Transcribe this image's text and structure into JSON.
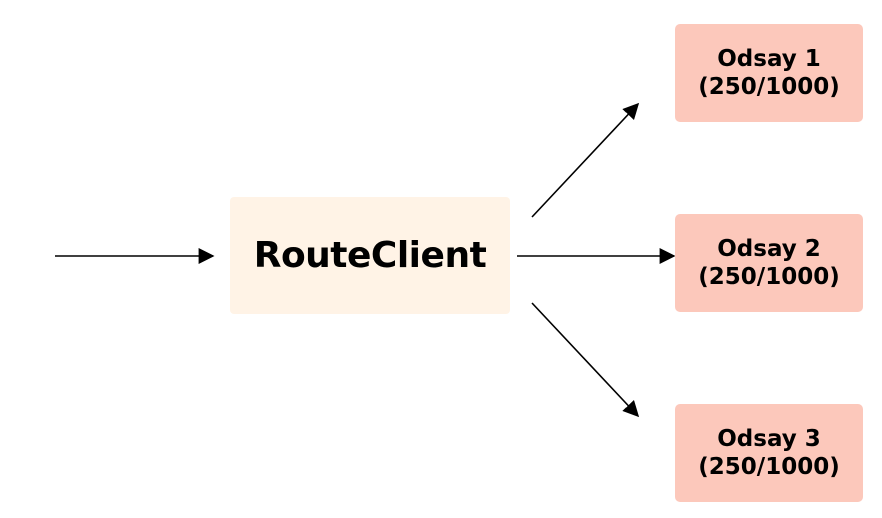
{
  "diagram": {
    "main_node": {
      "label": "RouteClient"
    },
    "targets": [
      {
        "name": "Odsay 1",
        "quota": "(250/1000)"
      },
      {
        "name": "Odsay 2",
        "quota": "(250/1000)"
      },
      {
        "name": "Odsay 3",
        "quota": "(250/1000)"
      }
    ],
    "colors": {
      "main_fill": "#fff3e6",
      "target_fill": "#fcc8bb",
      "arrow": "#000000"
    }
  }
}
